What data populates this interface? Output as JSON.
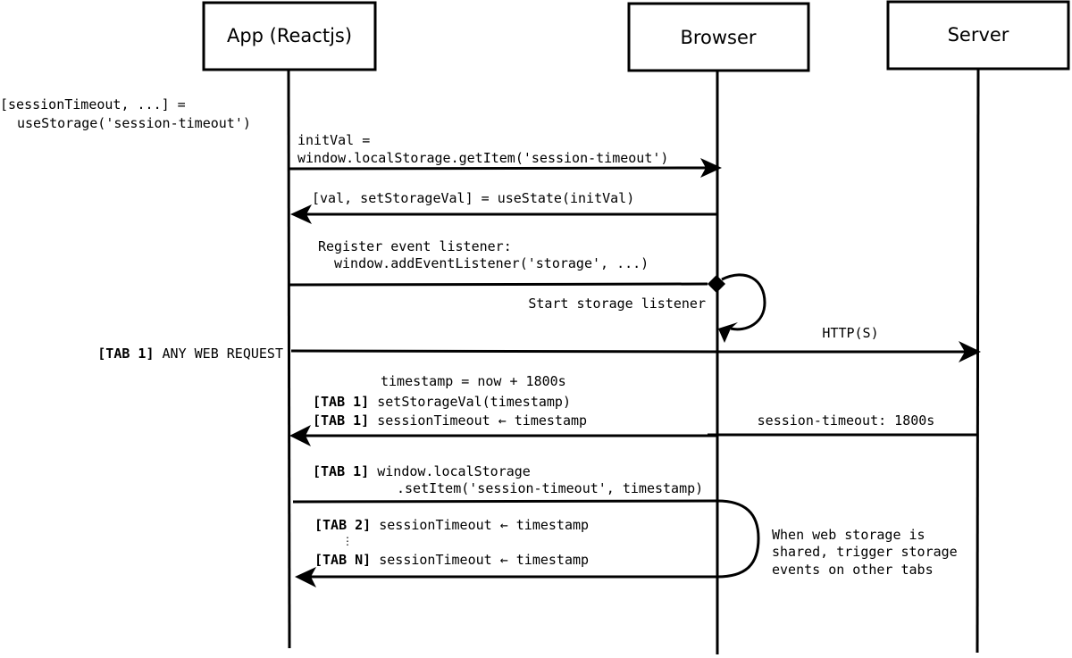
{
  "actors": {
    "app": "App (Reactjs)",
    "browser": "Browser",
    "server": "Server"
  },
  "notes": {
    "use_storage_line1": "[sessionTimeout, ...] =",
    "use_storage_line2": "useStorage('session-timeout')",
    "storage_shared_line1": "When web storage is",
    "storage_shared_line2": "shared, trigger storage",
    "storage_shared_line3": "events on other tabs",
    "timestamp_calc": "timestamp = now + 1800s"
  },
  "messages": {
    "get_item_line1": "initVal =",
    "get_item_line2": "window.localStorage.getItem('session-timeout')",
    "use_state": "[val, setStorageVal] = useState(initVal)",
    "register_line1": "Register event listener:",
    "register_line2": "window.addEventListener('storage', ...)",
    "start_listener": "Start storage listener",
    "web_request_tag": "[TAB 1]",
    "web_request_text": "ANY WEB REQUEST",
    "http": "HTTP(S)",
    "session_header": "session-timeout: 1800s",
    "set_storage_tag": "[TAB 1]",
    "set_storage_text": "setStorageVal(timestamp)",
    "session_assign_tag": "[TAB 1]",
    "session_assign_text": "sessionTimeout ← timestamp",
    "local_storage_tag": "[TAB 1]",
    "local_storage_line1": "window.localStorage",
    "local_storage_line2": ".setItem('session-timeout', timestamp)",
    "tab2_tag": "[TAB 2]",
    "tab2_text": "sessionTimeout ← timestamp",
    "ellipsis": "⋮",
    "tabn_tag": "[TAB N]",
    "tabn_text": "sessionTimeout ← timestamp"
  }
}
